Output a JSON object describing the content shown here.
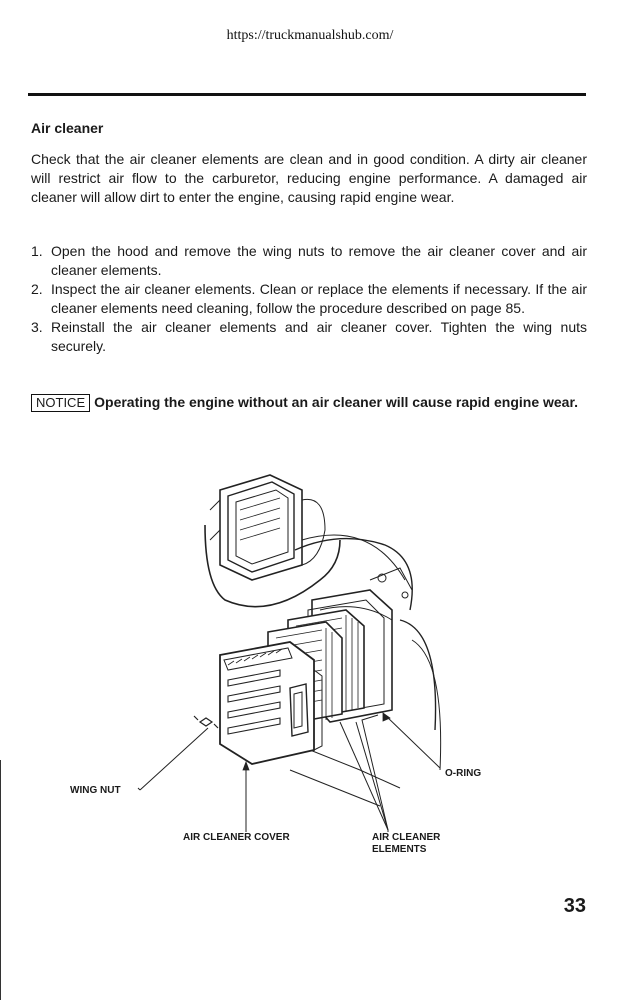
{
  "header": {
    "url": "https://truckmanualshub.com/"
  },
  "section": {
    "title": "Air cleaner",
    "intro": "Check that the air cleaner elements are clean and in good condition. A dirty air cleaner will restrict air flow to the carburetor, reducing engine performance. A damaged air cleaner will allow dirt to enter the engine, causing rapid engine wear.",
    "steps": [
      {
        "num": "1.",
        "text": "Open the hood and remove the wing nuts to remove the air cleaner cover and air cleaner elements."
      },
      {
        "num": "2.",
        "text": "Inspect the air cleaner elements. Clean or replace the elements if necessary. If the air cleaner elements need cleaning, follow the procedure described on page 85."
      },
      {
        "num": "3.",
        "text": "Reinstall the air cleaner elements and air cleaner cover. Tighten the wing nuts securely."
      }
    ],
    "notice": {
      "badge": "NOTICE",
      "text": "Operating the engine without an air cleaner will cause rapid engine wear."
    }
  },
  "figure": {
    "labels": {
      "wing_nut": "WING NUT",
      "o_ring": "O-RING",
      "cover": "AIR CLEANER COVER",
      "elements_line1": "AIR CLEANER",
      "elements_line2": "ELEMENTS"
    }
  },
  "footer": {
    "page_number": "33"
  }
}
